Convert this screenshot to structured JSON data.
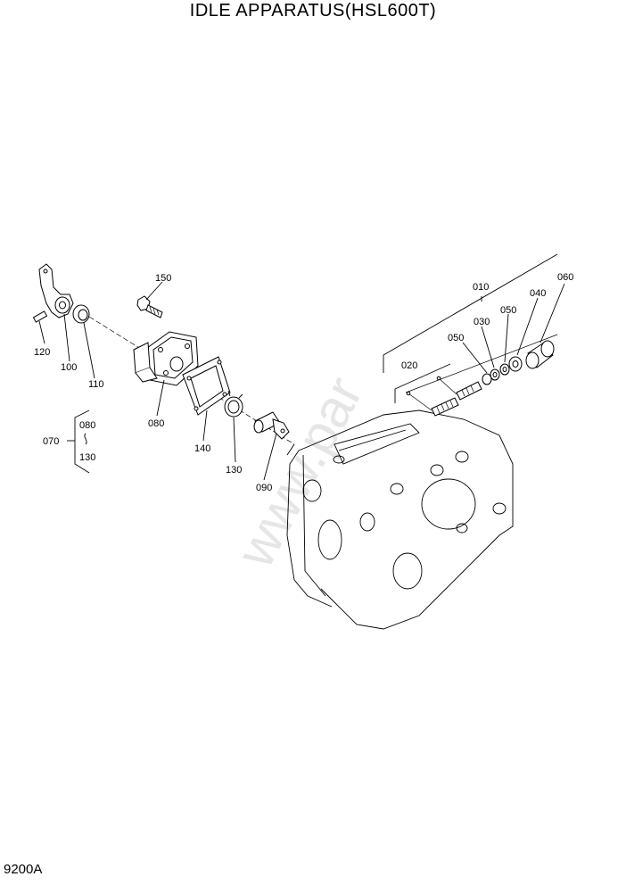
{
  "header": {
    "title": "IDLE APPARATUS(HSL600T)"
  },
  "footer": {
    "page_id": "9200A"
  },
  "parts": {
    "p010": "010",
    "p020": "020",
    "p030": "030",
    "p040": "040",
    "p050a": "050",
    "p050b": "050",
    "p060": "060",
    "p070": "070",
    "p070_from": "080",
    "p070_to": "130",
    "p080": "080",
    "p090": "090",
    "p100": "100",
    "p110": "110",
    "p120": "120",
    "p130": "130",
    "p140": "140",
    "p150": "150"
  }
}
